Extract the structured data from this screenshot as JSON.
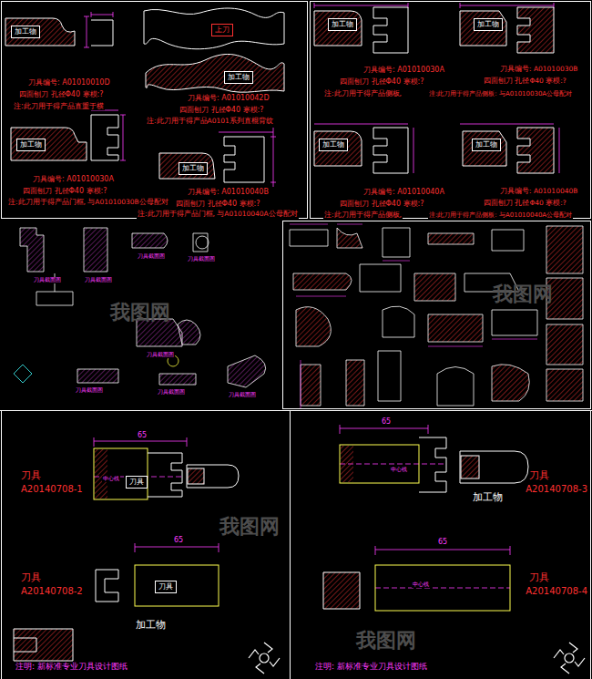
{
  "diagram": {
    "nodes": [
      {
        "text": [
          "加工物"
        ]
      },
      {
        "text": [
          "上刀"
        ]
      },
      {
        "text": [
          "加工物"
        ]
      },
      {
        "text": [
          "加工物"
        ]
      },
      {
        "text": [
          "加工物"
        ]
      },
      {
        "text": [
          "加工物"
        ]
      },
      {
        "text": [
          "加工物"
        ]
      },
      {
        "text": [
          "加工物"
        ]
      },
      {
        "text": [
          "加工物"
        ]
      },
      {
        "text": [
          "刀具"
        ]
      },
      {
        "text": [
          "刀具"
        ]
      }
    ],
    "labels": [
      "刀具编号: A01010010D",
      "四面刨刀 孔径Φ40 寒模:?",
      "注:此刀用于得产品直重于横",
      "刀具编号: A01010042D",
      "四面刨刀 孔径Φ40 寒模:?",
      "注:此刀用于得产品A0101系列直棍背纹",
      "刀具编号: A01010030A",
      "四面刨刀 孔径Φ40 寒模:?",
      "注:此刀用于得产品门框, 与A01010030B公母配对",
      "刀具编号: A01010040B",
      "四面刨刀 孔径Φ40 寒模:?",
      "注:此刀用于得产品门框, 与A01010040A公母配对",
      "刀具编号: A01010030A",
      "四面刨刀 孔径Φ40 寒模:?",
      "注:此刀用于得产品侧板,",
      "刀具编号: A01010030B",
      "四面刨刀 孔径Φ40 寒模:?",
      "注:此刀用于得产品侧板: 与A01010030A公母配对",
      "刀具编号: A01010040A",
      "四面刨刀 孔径Φ40 寒模:?",
      "注:此刀用于得产品侧板,",
      "刀具编号: A01010040B",
      "四面刨刀 孔径Φ40 寒模:?",
      "注:此刀用于得产品侧板: 与A01010040A公母配对",
      "刀具截面图",
      "刀具截面图",
      "刀具截面图",
      "刀具截面图",
      "刀具截面图",
      "刀具截面图",
      "刀具截面图",
      "刀具截面图",
      "65",
      "刀具",
      "A20140708-1",
      "中心线",
      "65",
      "刀具",
      "A20140708-2",
      "加工物",
      "65",
      "刀具",
      "A20140708-3",
      "加工物",
      "中心线",
      "65",
      "刀具",
      "A20140708-4",
      "中心线",
      "注明: 新标准专业刀具设计图纸",
      "注明: 新标准专业刀具设计图纸",
      "我图网",
      "我图网",
      "我图网",
      "我图网"
    ]
  }
}
